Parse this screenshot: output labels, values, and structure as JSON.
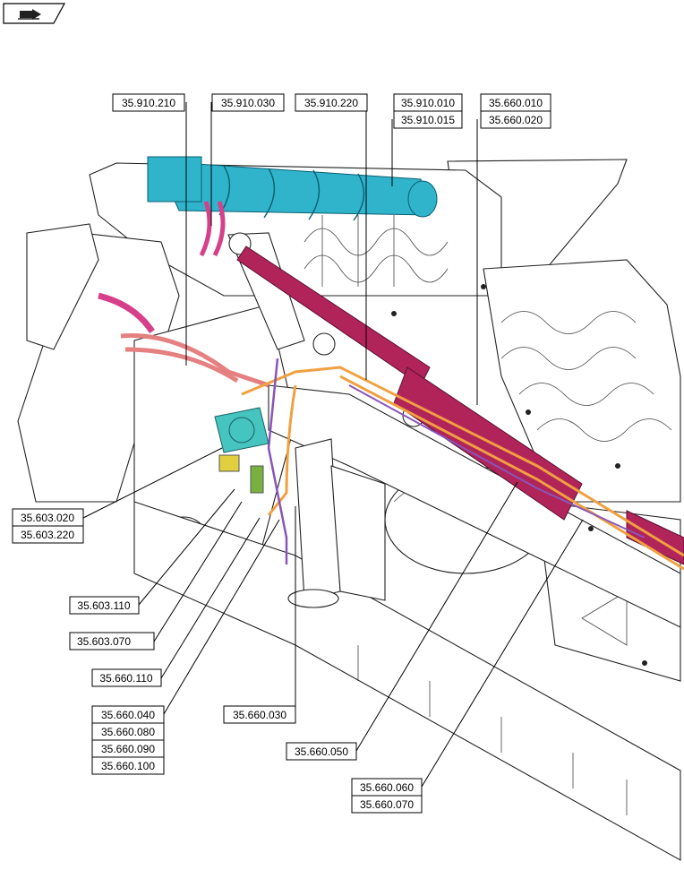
{
  "header": {
    "nav_icon": "book-arrow-icon"
  },
  "callouts": [
    {
      "id": "c1",
      "label": "35.910.210"
    },
    {
      "id": "c2",
      "label": "35.910.030"
    },
    {
      "id": "c3",
      "label": "35.910.220"
    },
    {
      "id": "c4",
      "label": "35.910.010"
    },
    {
      "id": "c5",
      "label": "35.910.015"
    },
    {
      "id": "c6",
      "label": "35.660.010"
    },
    {
      "id": "c7",
      "label": "35.660.020"
    },
    {
      "id": "c8",
      "label": "35.603.020"
    },
    {
      "id": "c9",
      "label": "35.603.220"
    },
    {
      "id": "c10",
      "label": "35.603.110"
    },
    {
      "id": "c11",
      "label": "35.603.070"
    },
    {
      "id": "c12",
      "label": "35.660.110"
    },
    {
      "id": "c13",
      "label": "35.660.040"
    },
    {
      "id": "c14",
      "label": "35.660.080"
    },
    {
      "id": "c15",
      "label": "35.660.090"
    },
    {
      "id": "c16",
      "label": "35.660.100"
    },
    {
      "id": "c17",
      "label": "35.660.030"
    },
    {
      "id": "c18",
      "label": "35.660.050"
    },
    {
      "id": "c19",
      "label": "35.660.060"
    },
    {
      "id": "c20",
      "label": "35.660.070"
    }
  ],
  "colors": {
    "auger_cyan": "#2fb4cc",
    "cylinder_crimson": "#b0245a",
    "hose_pink": "#d6408a",
    "hose_salmon": "#e58080",
    "tube_orange": "#f0a040",
    "tube_purple": "#8a55b8",
    "valve_teal": "#46c4c0",
    "fitting_yellow": "#e0d040",
    "fitting_green": "#7ab040"
  }
}
